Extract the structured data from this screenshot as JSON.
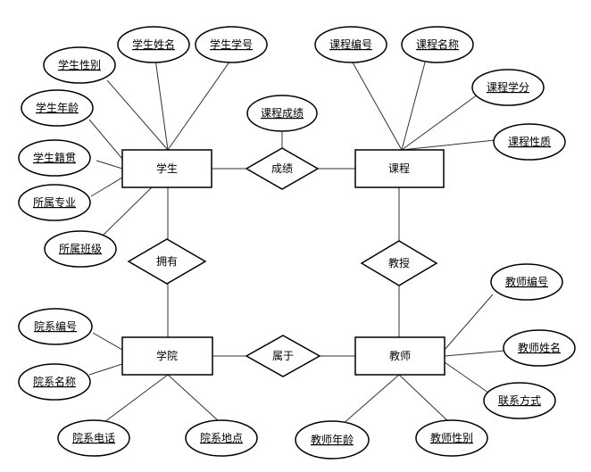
{
  "entities": {
    "student": "学生",
    "course": "课程",
    "college": "学院",
    "teacher": "教师"
  },
  "relationships": {
    "grade": "成绩",
    "owns": "拥有",
    "teaches": "教授",
    "belongs": "属于"
  },
  "attributes": {
    "student": [
      "学生姓名",
      "学生学号",
      "学生性别",
      "学生年龄",
      "学生籍贯",
      "所属专业",
      "所属班级"
    ],
    "grade": [
      "课程成绩"
    ],
    "course": [
      "课程编号",
      "课程名称",
      "课程学分",
      "课程性质"
    ],
    "college": [
      "院系编号",
      "院系名称",
      "院系电话",
      "院系地点"
    ],
    "teacher": [
      "教师编号",
      "教师姓名",
      "联系方式",
      "教师年龄",
      "教师性别"
    ]
  }
}
